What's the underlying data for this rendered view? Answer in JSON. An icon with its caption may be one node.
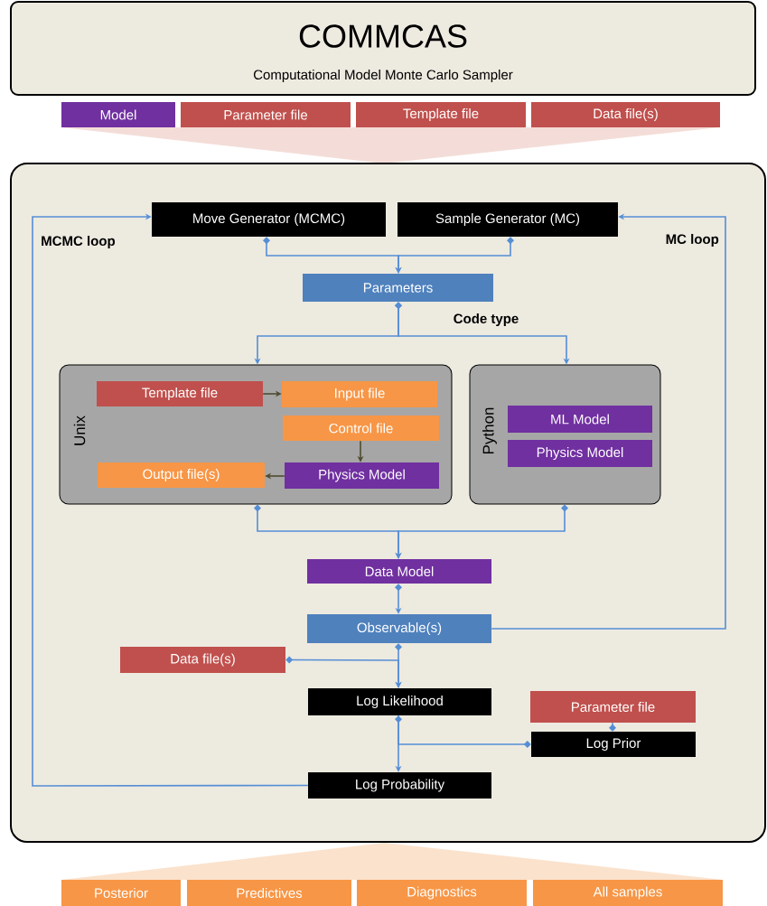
{
  "diagram": {
    "nodes": [
      {
        "text": [
          "COMMCAS",
          "Computational Model Monte Carlo Sampler"
        ]
      },
      {
        "text": [
          "Model"
        ]
      },
      {
        "text": [
          "Parameter file"
        ]
      },
      {
        "text": [
          "Template file"
        ]
      },
      {
        "text": [
          "Data file(s)"
        ]
      },
      {
        "text": [],
        "shape": "box"
      },
      {
        "text": [
          "Move Generator (MCMC)"
        ],
        "in": 5
      },
      {
        "text": [
          "Sample Generator (MC)"
        ],
        "in": 5
      },
      {
        "text": [
          "Parameters"
        ],
        "in": 5
      },
      {
        "text": [
          "Unix"
        ],
        "in": 5
      },
      {
        "text": [
          "Template file"
        ],
        "in": 9
      },
      {
        "text": [
          "Input file"
        ],
        "in": 9
      },
      {
        "text": [
          "Control file"
        ],
        "in": 9
      },
      {
        "text": [
          "Output file(s)"
        ],
        "in": 9
      },
      {
        "text": [
          "Physics Model"
        ],
        "in": 9
      },
      {
        "text": [
          "Python"
        ],
        "in": 5
      },
      {
        "text": [
          "ML Model"
        ],
        "in": 15
      },
      {
        "text": [
          "Physics Model"
        ],
        "in": 15
      },
      {
        "text": [
          "Data Model"
        ],
        "in": 5
      },
      {
        "text": [
          "Observable(s)"
        ],
        "in": 5
      },
      {
        "text": [
          "Data file(s)"
        ],
        "in": 5
      },
      {
        "text": [
          "Log Likelihood"
        ],
        "in": 5
      },
      {
        "text": [
          "Parameter file"
        ],
        "in": 5
      },
      {
        "text": [
          "Log Prior"
        ],
        "in": 5
      },
      {
        "text": [
          "Log Probability"
        ],
        "in": 5
      },
      {
        "text": [
          "Posterior"
        ]
      },
      {
        "text": [
          "Predictives"
        ]
      },
      {
        "text": [
          "Diagnostics"
        ]
      },
      {
        "text": [
          "All samples"
        ]
      }
    ],
    "edges": [
      {
        "from": 6,
        "to": 8,
        "arrow": "to"
      },
      {
        "from": 7,
        "to": 8,
        "arrow": "to"
      },
      {
        "from": 8,
        "to": 9,
        "arrow": "to"
      },
      {
        "from": 8,
        "to": 15,
        "arrow": "to"
      },
      {
        "from": 10,
        "to": 11,
        "arrow": "to",
        "color": "#4f4b2f"
      },
      {
        "from": 12,
        "to": 14,
        "arrow": "to",
        "color": "#4f4b2f"
      },
      {
        "from": 14,
        "to": 13,
        "arrow": "to",
        "color": "#4f4b2f"
      },
      {
        "from": 9,
        "to": 18,
        "arrow": "to"
      },
      {
        "from": 15,
        "to": 18,
        "arrow": "to"
      },
      {
        "from": 18,
        "to": 19,
        "arrow": "to"
      },
      {
        "from": 19,
        "to": 21,
        "arrow": "to"
      },
      {
        "from": 20,
        "to": 21,
        "arrow": "to"
      },
      {
        "from": 21,
        "to": 24,
        "arrow": "to"
      },
      {
        "from": 21,
        "to": 23,
        "arrow": "other"
      },
      {
        "from": 22,
        "to": 23,
        "arrow": "other"
      },
      {
        "from": 24,
        "to": 6,
        "arrow": "to",
        "label": "MCMC loop"
      },
      {
        "from": 19,
        "to": 7,
        "arrow": "to",
        "label": "MC loop"
      }
    ],
    "labels": [
      "Code type"
    ]
  }
}
